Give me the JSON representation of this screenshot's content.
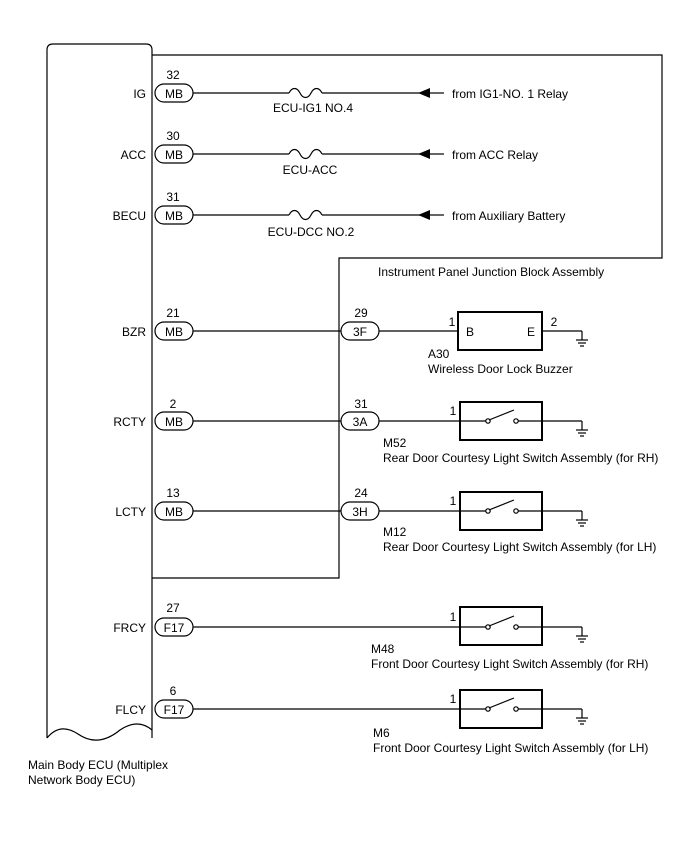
{
  "ecu": {
    "name_line1": "Main Body ECU (Multiplex",
    "name_line2": "Network Body ECU)"
  },
  "junction_block": {
    "name": "Instrument Panel Junction Block Assembly"
  },
  "power_inputs": [
    {
      "terminal": "IG",
      "pin": "32",
      "connector": "MB",
      "fuse": "ECU-IG1 NO.4",
      "source": "from IG1-NO. 1 Relay"
    },
    {
      "terminal": "ACC",
      "pin": "30",
      "connector": "MB",
      "fuse": "ECU-ACC",
      "source": "from ACC Relay"
    },
    {
      "terminal": "BECU",
      "pin": "31",
      "connector": "MB",
      "fuse": "ECU-DCC NO.2",
      "source": "from Auxiliary Battery"
    }
  ],
  "buzzer": {
    "terminal": "BZR",
    "pin": "21",
    "connector": "MB",
    "jb_pin": "29",
    "jb_connector": "3F",
    "pin_b_num": "1",
    "pin_b": "B",
    "pin_e": "E",
    "pin_e_num": "2",
    "code": "A30",
    "name": "Wireless Door Lock Buzzer"
  },
  "switches": [
    {
      "terminal": "RCTY",
      "pin": "2",
      "connector": "MB",
      "jb_pin": "31",
      "jb_connector": "3A",
      "sw_pin": "1",
      "code": "M52",
      "name": "Rear Door Courtesy Light Switch Assembly (for RH)"
    },
    {
      "terminal": "LCTY",
      "pin": "13",
      "connector": "MB",
      "jb_pin": "24",
      "jb_connector": "3H",
      "sw_pin": "1",
      "code": "M12",
      "name": "Rear Door Courtesy Light Switch Assembly (for LH)"
    },
    {
      "terminal": "FRCY",
      "pin": "27",
      "connector": "F17",
      "sw_pin": "1",
      "code": "M48",
      "name": "Front Door Courtesy Light Switch Assembly (for RH)"
    },
    {
      "terminal": "FLCY",
      "pin": "6",
      "connector": "F17",
      "sw_pin": "1",
      "code": "M6",
      "name": "Front Door Courtesy Light Switch Assembly (for LH)"
    }
  ]
}
